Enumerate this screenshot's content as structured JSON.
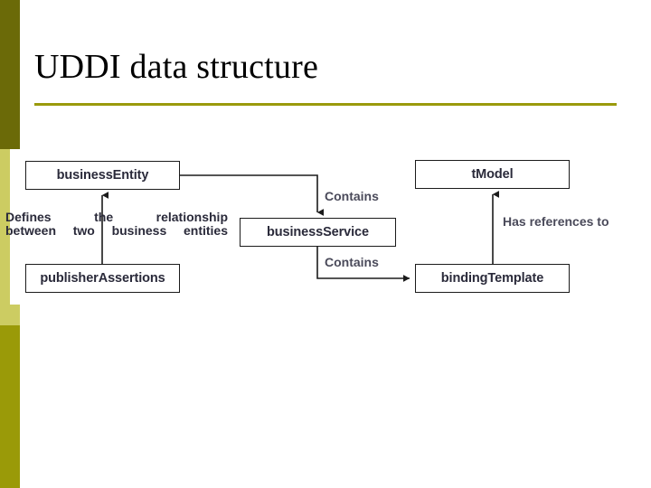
{
  "slide": {
    "title": "UDDI data structure"
  },
  "diagram": {
    "nodes": [
      {
        "id": "businessEntity",
        "label": "businessEntity"
      },
      {
        "id": "publisherAssertions",
        "label": "publisherAssertions"
      },
      {
        "id": "businessService",
        "label": "businessService"
      },
      {
        "id": "tModel",
        "label": "tModel"
      },
      {
        "id": "bindingTemplate",
        "label": "bindingTemplate"
      }
    ],
    "edges": [
      {
        "id": "entity-to-service",
        "from": "businessEntity",
        "to": "businessService",
        "label": "Contains"
      },
      {
        "id": "service-to-binding",
        "from": "businessService",
        "to": "bindingTemplate",
        "label": "Contains"
      },
      {
        "id": "binding-to-tmodel",
        "from": "bindingTemplate",
        "to": "tModel",
        "label": "Has references to"
      },
      {
        "id": "assertions-to-entity",
        "from": "publisherAssertions",
        "to": "businessEntity",
        "label": ""
      }
    ],
    "note": {
      "line1": "Defines the relationship",
      "line2": "between two business entities"
    }
  },
  "colors": {
    "band_dark": "#6b6a08",
    "band_light": "#cccc62",
    "band_bottom": "#9a9a08",
    "title_rule": "#9a9a0c",
    "node_border": "#1b1b1b",
    "node_text": "#2a2a3a",
    "label_text": "#4a4a5a"
  }
}
